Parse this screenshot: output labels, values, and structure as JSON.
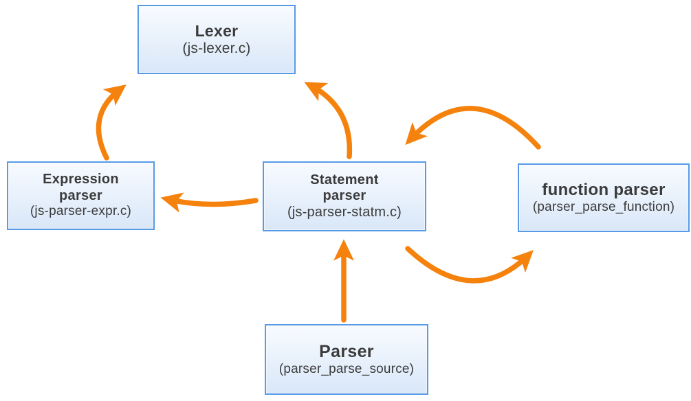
{
  "diagram": {
    "background_color": "#FFFFFF",
    "arrow_color": "#F5820D",
    "box_border_color": "#569AE8",
    "box_fill_top": "#F8FBFF",
    "box_fill_bottom": "#D9E7F8",
    "text_color": "#3B3B3B",
    "nodes": [
      {
        "id": "lexer",
        "title": "Lexer",
        "subtitle": "(js-lexer.c)"
      },
      {
        "id": "expression-parser",
        "title": "Expression parser",
        "subtitle": "(js-parser-expr.c)"
      },
      {
        "id": "statement-parser",
        "title": "Statement parser",
        "subtitle": "(js-parser-statm.c)"
      },
      {
        "id": "function-parser",
        "title": "function parser",
        "subtitle": "(parser_parse_function)"
      },
      {
        "id": "parser",
        "title": "Parser",
        "subtitle": "(parser_parse_source)"
      }
    ],
    "edges": [
      {
        "from": "expression-parser",
        "to": "lexer",
        "style": "curved"
      },
      {
        "from": "statement-parser",
        "to": "lexer",
        "style": "curved"
      },
      {
        "from": "statement-parser",
        "to": "expression-parser",
        "style": "curved"
      },
      {
        "from": "function-parser",
        "to": "statement-parser",
        "style": "arc-over"
      },
      {
        "from": "statement-parser",
        "to": "function-parser",
        "style": "arc-under"
      },
      {
        "from": "parser",
        "to": "statement-parser",
        "style": "straight"
      }
    ]
  }
}
